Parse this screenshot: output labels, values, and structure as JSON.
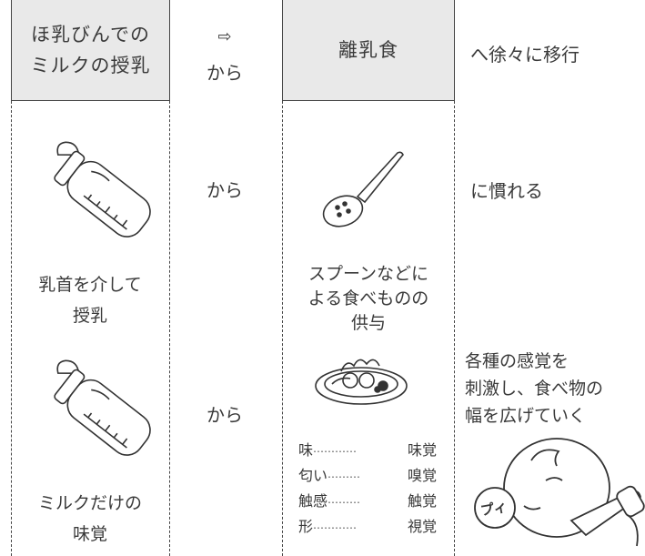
{
  "headers": {
    "left_line1": "ほ乳びんでの",
    "left_line2": "ミルクの授乳",
    "arrow": "⇨",
    "from": "から",
    "right": "離乳食",
    "result": "へ徐々に移行"
  },
  "row1": {
    "from": "から",
    "result": "に慣れる",
    "left_caption_line1": "乳首を介して",
    "left_caption_line2": "授乳",
    "right_caption_line1": "スプーンなどに",
    "right_caption_line2": "よる食べものの",
    "right_caption_line3": "供与"
  },
  "row2": {
    "from": "から",
    "result_line1": "各種の感覚を",
    "result_line2": "刺激し、食べ物の",
    "result_line3": "幅を広げていく",
    "left_caption_line1": "ミルクだけの",
    "left_caption_line2": "味覚",
    "senses": [
      {
        "source": "味",
        "dots": "…………",
        "sense": "味覚"
      },
      {
        "source": "匂い",
        "dots": "………",
        "sense": "嗅覚"
      },
      {
        "source": "触感",
        "dots": "………",
        "sense": "触覚"
      },
      {
        "source": "形",
        "dots": "…………",
        "sense": "視覚"
      }
    ]
  },
  "illustration_text": {
    "sound": "プィ"
  },
  "icons": [
    "baby-bottle-icon",
    "spoon-icon",
    "food-plate-icon",
    "baby-refusing-bottle-icon"
  ]
}
